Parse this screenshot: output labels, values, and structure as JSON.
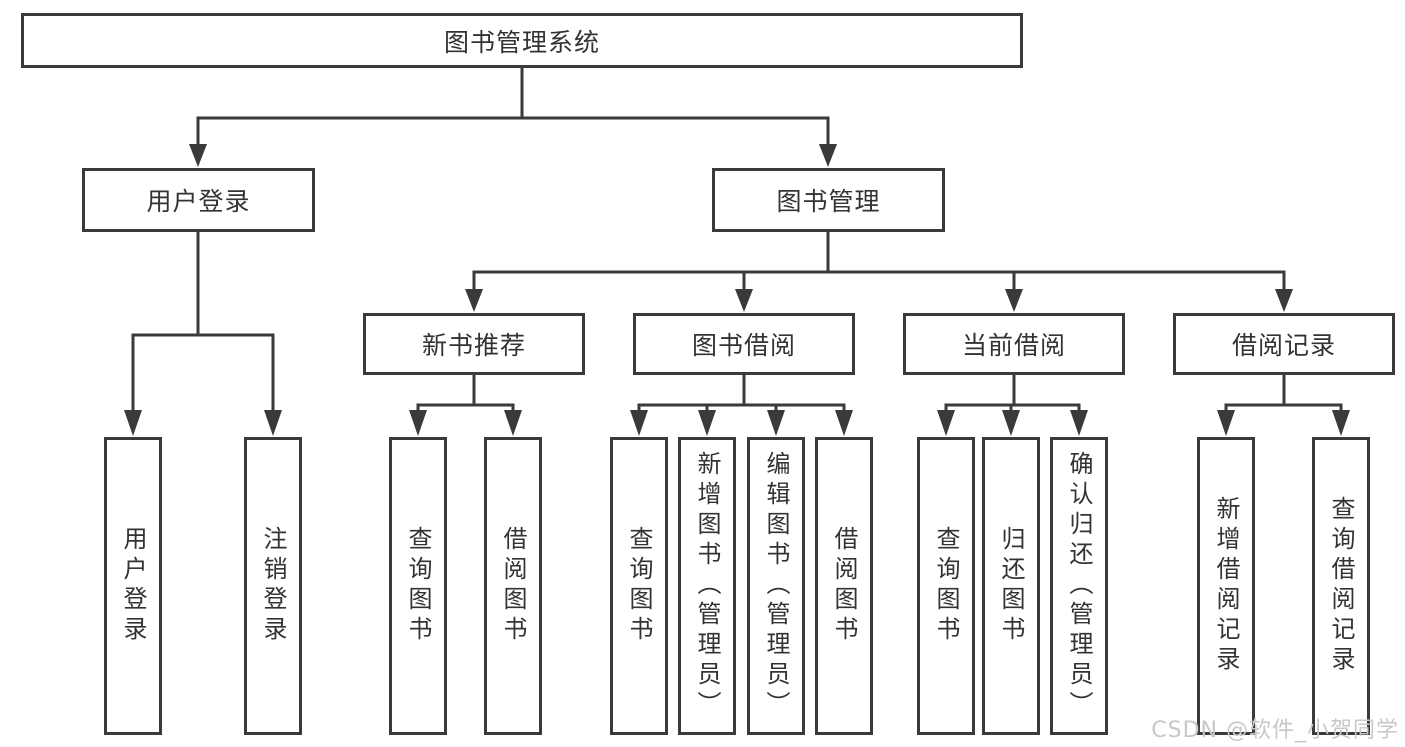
{
  "diagram": {
    "title_node": {
      "label": "图书管理系统"
    },
    "level2": [
      {
        "label": "用户登录"
      },
      {
        "label": "图书管理"
      }
    ],
    "level3": [
      {
        "label": "新书推荐"
      },
      {
        "label": "图书借阅"
      },
      {
        "label": "当前借阅"
      },
      {
        "label": "借阅记录"
      }
    ],
    "leaves": [
      {
        "label": "用户登录",
        "parent": "用户登录"
      },
      {
        "label": "注销登录",
        "parent": "用户登录"
      },
      {
        "label": "查询图书",
        "parent": "新书推荐"
      },
      {
        "label": "借阅图书",
        "parent": "新书推荐"
      },
      {
        "label": "查询图书",
        "parent": "图书借阅"
      },
      {
        "label": "新增图书（管理员）",
        "parent": "图书借阅"
      },
      {
        "label": "编辑图书（管理员）",
        "parent": "图书借阅"
      },
      {
        "label": "借阅图书",
        "parent": "图书借阅"
      },
      {
        "label": "查询图书",
        "parent": "当前借阅"
      },
      {
        "label": "归还图书",
        "parent": "当前借阅"
      },
      {
        "label": "确认归还（管理员）",
        "parent": "当前借阅"
      },
      {
        "label": "新增借阅记录",
        "parent": "借阅记录"
      },
      {
        "label": "查询借阅记录",
        "parent": "借阅记录"
      }
    ],
    "watermark": "CSDN @软件_小贺同学",
    "colors": {
      "line": "#3a3a3a",
      "text": "#333333",
      "watermark": "#c8c8c8",
      "background": "#ffffff"
    }
  }
}
